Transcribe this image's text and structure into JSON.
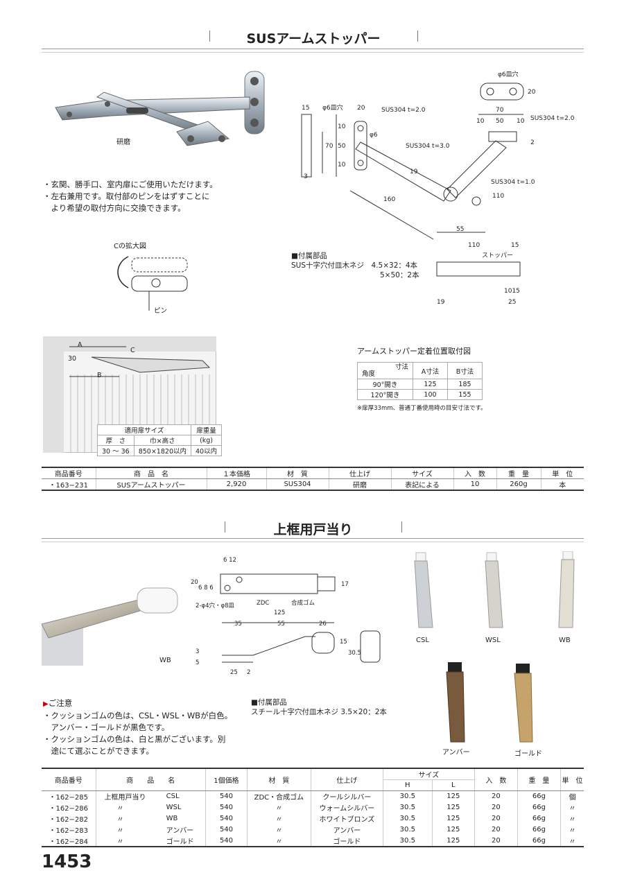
{
  "section1": {
    "title": "SUSアームストッパー",
    "photo_caption": "研磨",
    "notes": [
      "・玄関、勝手口、室内扉にご使用いただけます。",
      "・左右兼用です。取付部のピンをはずすことに",
      "　より希望の取付方向に交換できます。"
    ],
    "zoom_title": "Cの拡大図",
    "pin_label": "ピン",
    "dimensions": {
      "hole_top": "φ6皿穴",
      "d20a": "20",
      "d20b": "20",
      "hole_left": "φ6皿穴",
      "d15": "15",
      "d10a": "10",
      "d70": "70",
      "d50": "50",
      "d10b": "10",
      "d3": "3",
      "sus_a": "SUS304 t=2.0",
      "sus_b": "SUS304 t=3.0",
      "sus_c": "SUS304 t=2.0",
      "sus_d": "SUS304 t=1.0",
      "d6": "φ6",
      "d19": "19",
      "d160": "160",
      "d110": "110",
      "d55": "55",
      "t70": "70",
      "t10a": "10",
      "t50": "50",
      "t10b": "10",
      "t2": "2",
      "v110": "110",
      "v15": "15",
      "stopper": "ストッパー",
      "v19": "19",
      "v1015": "1015",
      "v25": "25"
    },
    "accessories": {
      "heading": "■付属部品",
      "line1": "SUS十字穴付皿木ネジ　4.5×32：4本",
      "line2": "5×50：2本"
    },
    "door_labels": {
      "a": "A",
      "b": "B",
      "c": "C",
      "d30": "30"
    },
    "door_table": {
      "header1": [
        "適用扉サイズ",
        "扉重量"
      ],
      "header2": [
        "厚　さ",
        "巾×高さ",
        "(kg)"
      ],
      "row": [
        "30 ～ 36",
        "850×1820以内",
        "40以内"
      ]
    },
    "position": {
      "title": "アームストッパー定着位置取付図",
      "corner_top": "寸法",
      "corner_bottom": "角度",
      "headers": [
        "A寸法",
        "B寸法"
      ],
      "rows": [
        [
          "90°開き",
          "125",
          "185"
        ],
        [
          "120°開き",
          "100",
          "155"
        ]
      ],
      "note": "※扉厚33mm、普通丁番使用時の目安寸法です。"
    },
    "table": {
      "headers": [
        "商品番号",
        "商　品　名",
        "１本価格",
        "材　質",
        "仕上げ",
        "サイズ",
        "入　数",
        "重　量",
        "単　位"
      ],
      "row": [
        "・163−231",
        "SUSアームストッパー",
        "2,920",
        "SUS304",
        "研磨",
        "表記による",
        "10",
        "260g",
        "本"
      ]
    }
  },
  "section2": {
    "title": "上框用戸当り",
    "photo_label": "WB",
    "dimensions": {
      "d612": "6 12",
      "d20": "20",
      "d686": "6 8 6",
      "d17": "17",
      "zdc": "ZDC",
      "rubber": "合成ゴム",
      "holes": "2-φ4穴・φ8皿",
      "d125": "125",
      "d35": "35",
      "d55": "55",
      "d26": "26",
      "d15": "15",
      "d305": "30.5",
      "d3": "3",
      "d5": "5",
      "d25": "25",
      "d2": "2"
    },
    "variants": [
      "CSL",
      "WSL",
      "WB",
      "アンバー",
      "ゴールド"
    ],
    "caution_title": "ご注意",
    "caution": [
      "・クッションゴムの色は、CSL・WSL・WBが白色。",
      "　アンバー・ゴールドが黒色です。",
      "・クッションゴムの色は、白と黒がございます。別",
      "　途にて選ぶことができます。"
    ],
    "accessories": {
      "heading": "■付属部品",
      "line": "スチール十字穴付皿木ネジ 3.5×20：2本"
    },
    "table": {
      "headers": [
        "商品番号",
        "商　　品　　名",
        "1個価格",
        "材　質",
        "仕上げ",
        "サイズ",
        "入　数",
        "重　量",
        "単　位"
      ],
      "size_sub": [
        "H",
        "L"
      ],
      "rows": [
        [
          "・162−285",
          "上框用戸当り",
          "CSL",
          "540",
          "ZDC・合成ゴム",
          "クールシルバー",
          "30.5",
          "125",
          "20",
          "66g",
          "個"
        ],
        [
          "・162−286",
          "〃",
          "WSL",
          "540",
          "〃",
          "ウォームシルバー",
          "30.5",
          "125",
          "20",
          "66g",
          "〃"
        ],
        [
          "・162−282",
          "〃",
          "WB",
          "540",
          "〃",
          "ホワイトブロンズ",
          "30.5",
          "125",
          "20",
          "66g",
          "〃"
        ],
        [
          "・162−283",
          "〃",
          "アンバー",
          "540",
          "〃",
          "アンバー",
          "30.5",
          "125",
          "20",
          "66g",
          "〃"
        ],
        [
          "・162−284",
          "〃",
          "ゴールド",
          "540",
          "〃",
          "ゴールド",
          "30.5",
          "125",
          "20",
          "66g",
          "〃"
        ]
      ]
    }
  },
  "page_number": "1453"
}
